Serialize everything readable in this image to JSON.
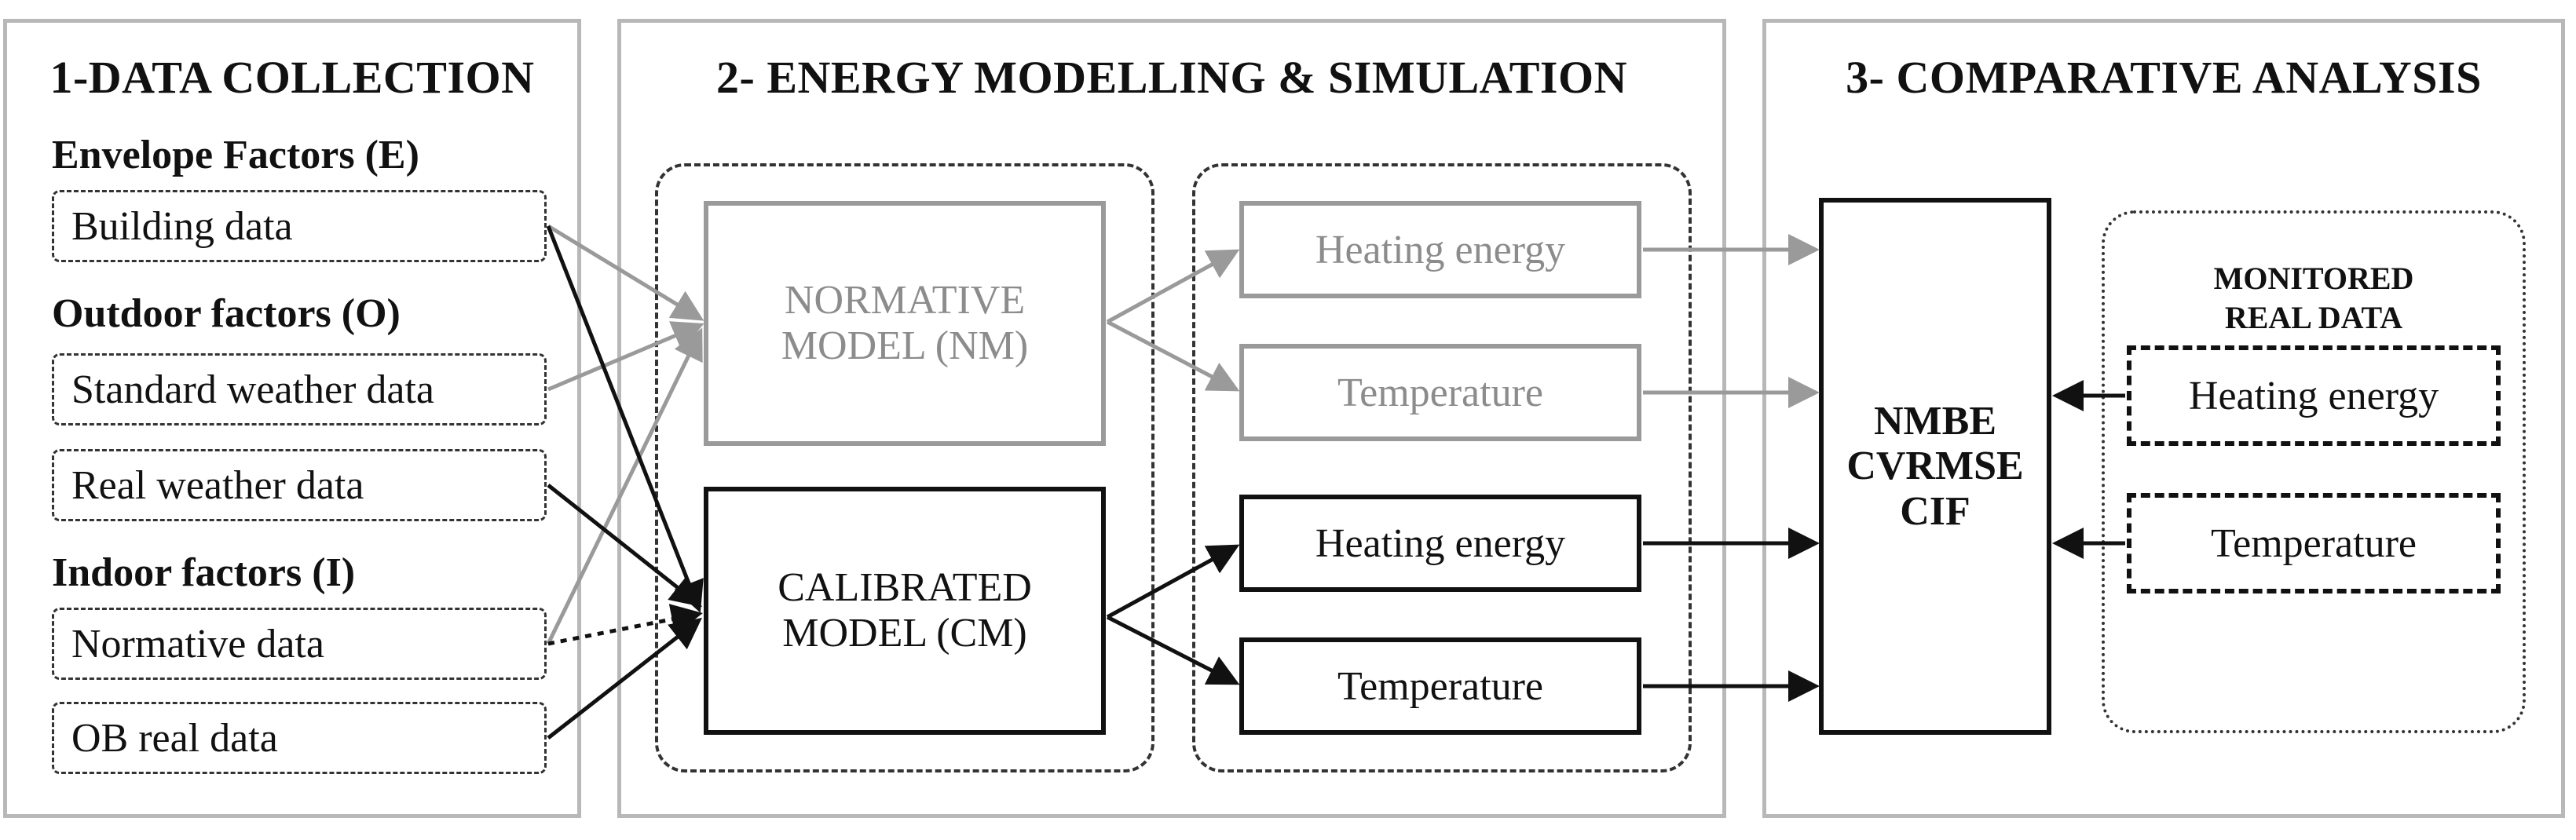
{
  "panels": {
    "data_collection": {
      "title": "1-DATA COLLECTION"
    },
    "energy_modelling": {
      "title": "2- ENERGY MODELLING & SIMULATION"
    },
    "comparative": {
      "title": "3- COMPARATIVE ANALYSIS"
    }
  },
  "categories": {
    "envelope": "Envelope  Factors (E)",
    "outdoor": "Outdoor factors (O)",
    "indoor": "Indoor factors (I)"
  },
  "inputs": {
    "building": "Building data",
    "standard_weather": "Standard weather data",
    "real_weather": "Real weather data",
    "normative": "Normative data",
    "ob_real": "OB real data"
  },
  "models": {
    "normative_line1": "NORMATIVE",
    "normative_line2": "MODEL (NM)",
    "calibrated_line1": "CALIBRATED",
    "calibrated_line2": "MODEL (CM)"
  },
  "outputs": {
    "nm_heating": "Heating energy",
    "nm_temperature": "Temperature",
    "cm_heating": "Heating energy",
    "cm_temperature": "Temperature"
  },
  "metrics": {
    "line1": "NMBE",
    "line2": "CVRMSE",
    "line3": "CIF"
  },
  "monitored": {
    "title_line1": "MONITORED",
    "title_line2": "REAL DATA",
    "heating": "Heating energy",
    "temperature": "Temperature"
  },
  "colors": {
    "grey_path": "#9a9a9a",
    "black_path": "#111111",
    "panel_border": "#b8b8b8"
  }
}
